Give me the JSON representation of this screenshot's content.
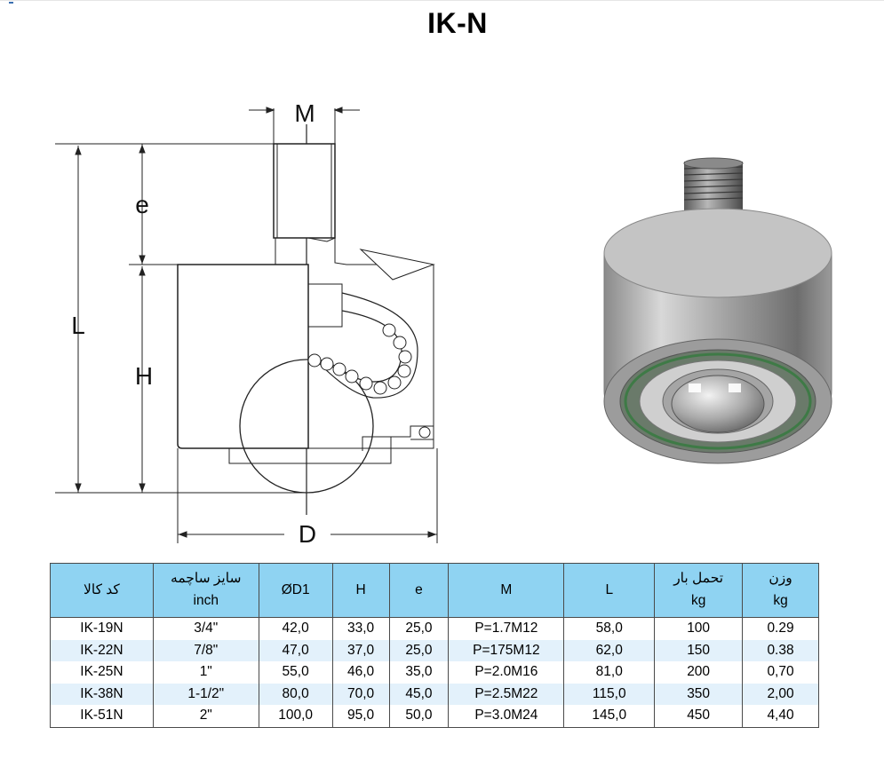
{
  "title": "IK-N",
  "diagram_labels": {
    "m": "M",
    "e": "e",
    "l": "L",
    "h": "H",
    "d": "D"
  },
  "table": {
    "headers": [
      {
        "line1": "کد کالا",
        "line2": ""
      },
      {
        "line1": "سایز ساچمه",
        "line2": "inch"
      },
      {
        "line1": "ØD1",
        "line2": ""
      },
      {
        "line1": "H",
        "line2": ""
      },
      {
        "line1": "e",
        "line2": ""
      },
      {
        "line1": "M",
        "line2": ""
      },
      {
        "line1": "L",
        "line2": ""
      },
      {
        "line1": "تحمل بار",
        "line2": "kg"
      },
      {
        "line1": "وزن",
        "line2": "kg"
      }
    ],
    "rows": [
      [
        "IK-19N",
        "3/4\"",
        "42,0",
        "33,0",
        "25,0",
        "P=1.7M12",
        "58,0",
        "100",
        "0.29"
      ],
      [
        "IK-22N",
        "7/8\"",
        "47,0",
        "37,0",
        "25,0",
        "P=175M12",
        "62,0",
        "150",
        "0.38"
      ],
      [
        "IK-25N",
        "1\"",
        "55,0",
        "46,0",
        "35,0",
        "P=2.0M16",
        "81,0",
        "200",
        "0,70"
      ],
      [
        "IK-38N",
        "1-1/2\"",
        "80,0",
        "70,0",
        "45,0",
        "P=2.5M22",
        "115,0",
        "350",
        "2,00"
      ],
      [
        "IK-51N",
        "2\"",
        "100,0",
        "95,0",
        "50,0",
        "P=3.0M24",
        "145,0",
        "450",
        "4,40"
      ]
    ]
  },
  "colors": {
    "header_bg": "#8fd3f2",
    "alt_row_bg": "#e3f1fb",
    "border": "#4a4a4a"
  }
}
